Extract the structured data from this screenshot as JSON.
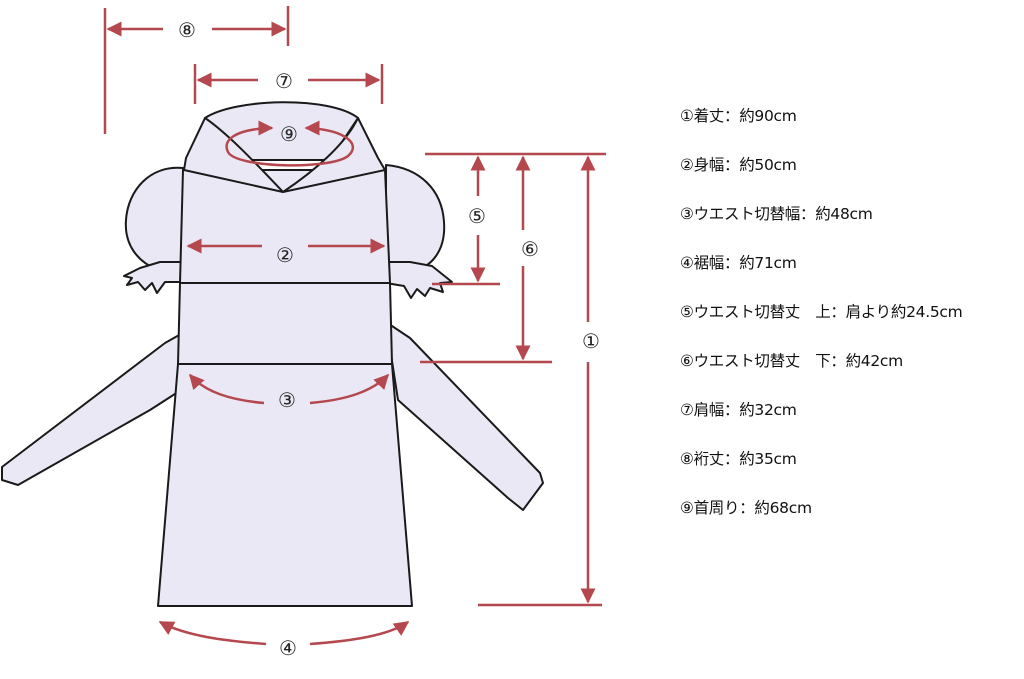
{
  "legend": [
    {
      "text": "①着丈：約90cm"
    },
    {
      "text": "②身幅：約50cm"
    },
    {
      "text": "③ウエスト切替幅：約48cm"
    },
    {
      "text": "④裾幅：約71cm"
    },
    {
      "text": "⑤ウエスト切替丈　上：肩より約24.5cm"
    },
    {
      "text": "⑥ウエスト切替丈　下：約42cm"
    },
    {
      "text": "⑦肩幅：約32cm"
    },
    {
      "text": "⑧裄丈：約35cm"
    },
    {
      "text": "⑨首周り：約68cm"
    }
  ],
  "markers": {
    "m1": "①",
    "m2": "②",
    "m3": "③",
    "m4": "④",
    "m5": "⑤",
    "m6": "⑥",
    "m7": "⑦",
    "m8": "⑧",
    "m9": "⑨"
  },
  "colors": {
    "garment_fill": "#eae8f5",
    "outline": "#1a1a1a",
    "arrow": "#b5484e"
  }
}
